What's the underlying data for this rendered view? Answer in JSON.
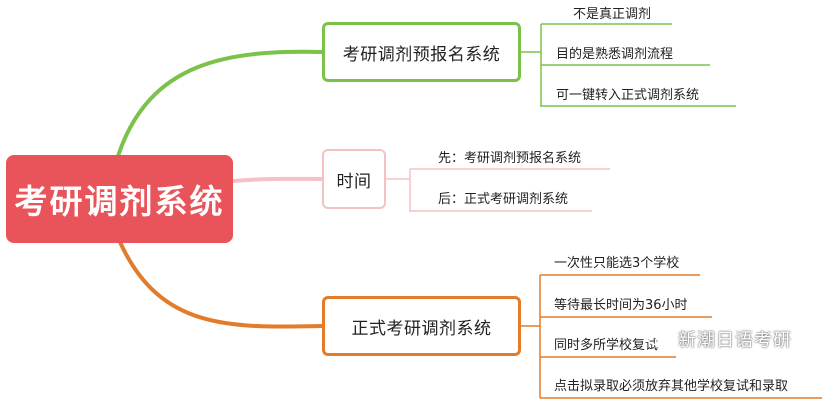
{
  "root": {
    "title": "考研调剂系统"
  },
  "branches": [
    {
      "title": "考研调剂预报名系统",
      "color": "#7cc24a",
      "items": [
        "不是真正调剂",
        "目的是熟悉调剂流程",
        "可一键转入正式调剂系统"
      ]
    },
    {
      "title": "时间",
      "color": "#f5c2c4",
      "items": [
        "先：考研调剂预报名系统",
        "后：正式考研调剂系统"
      ]
    },
    {
      "title": "正式考研调剂系统",
      "color": "#e27b2a",
      "items": [
        "一次性只能选3个学校",
        "等待最长时间为36小时",
        "同时多所学校复试",
        "点击拟录取必须放弃其他学校复试和录取"
      ]
    }
  ],
  "watermark": {
    "text": "新潮日语考研",
    "icon": "wechat-icon"
  }
}
